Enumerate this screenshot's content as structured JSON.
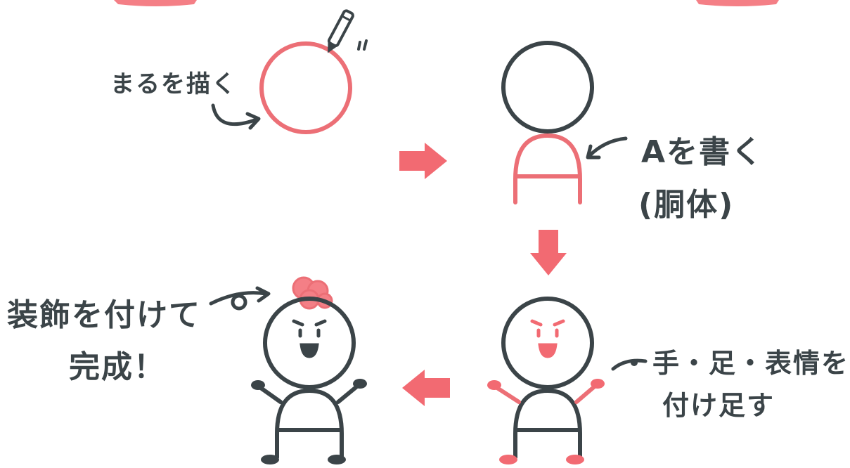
{
  "colors": {
    "ink": "#3b4448",
    "accent": "#f26a72",
    "accent_stroke": "#ec6f76",
    "accent_fill": "#f47f86"
  },
  "steps": {
    "step1": {
      "label": "まるを描く"
    },
    "step2": {
      "label_line1": "Aを書く",
      "label_line2": "(胴体)"
    },
    "step3": {
      "label_line1": "手・足・表情を",
      "label_line2": "付け足す"
    },
    "step4": {
      "label_line1": "装飾を付けて",
      "label_line2": "完成！"
    }
  },
  "icons": [
    "pen-icon",
    "arrow-right-icon",
    "arrow-down-icon",
    "arrow-left-icon",
    "curved-pointer-arrow-icon"
  ]
}
